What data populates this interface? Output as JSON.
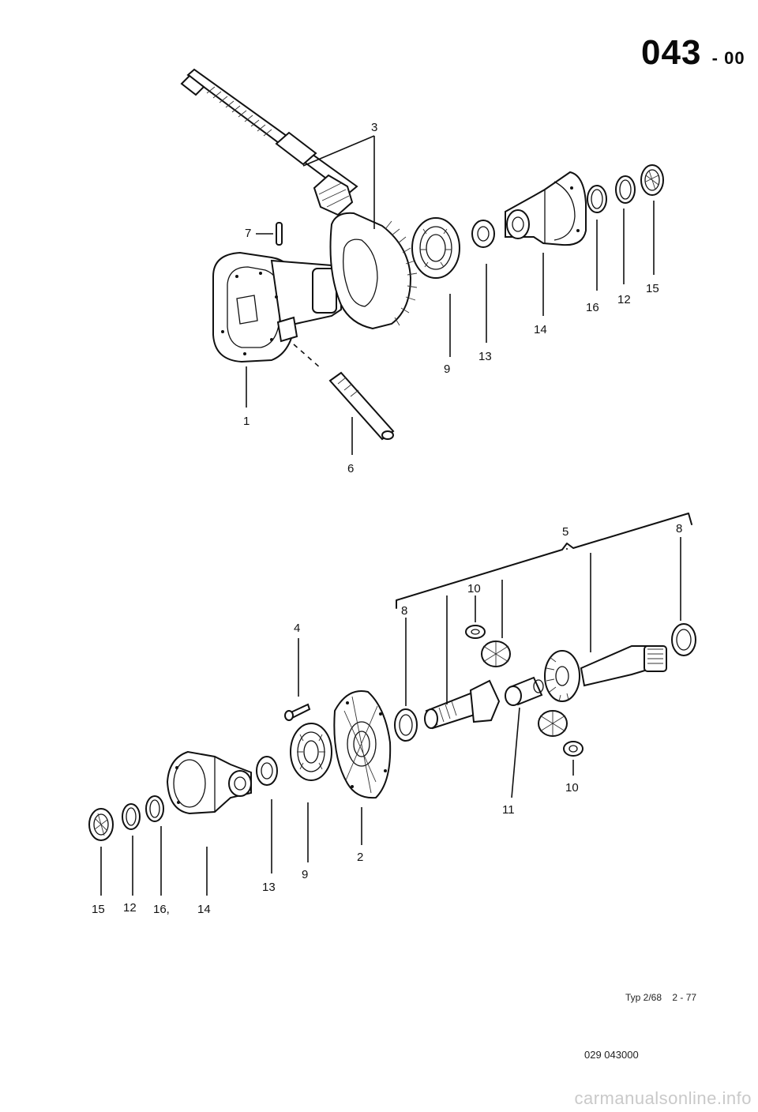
{
  "page_code": "043",
  "page_code_suffix": "- 00",
  "footer": {
    "type_label": "Typ 2/68",
    "date": "2 - 77",
    "catalog_number": "029 043000"
  },
  "watermark": "carmanualsonline.info",
  "top_group": {
    "labels": [
      "3",
      "7",
      "1",
      "6",
      "9",
      "13",
      "14",
      "16",
      "12",
      "15"
    ]
  },
  "bottom_group": {
    "bracket_label": "5",
    "labels": [
      "8",
      "8",
      "10",
      "4",
      "2",
      "11",
      "10",
      "9",
      "13",
      "14",
      "16,",
      "12",
      "15"
    ]
  }
}
